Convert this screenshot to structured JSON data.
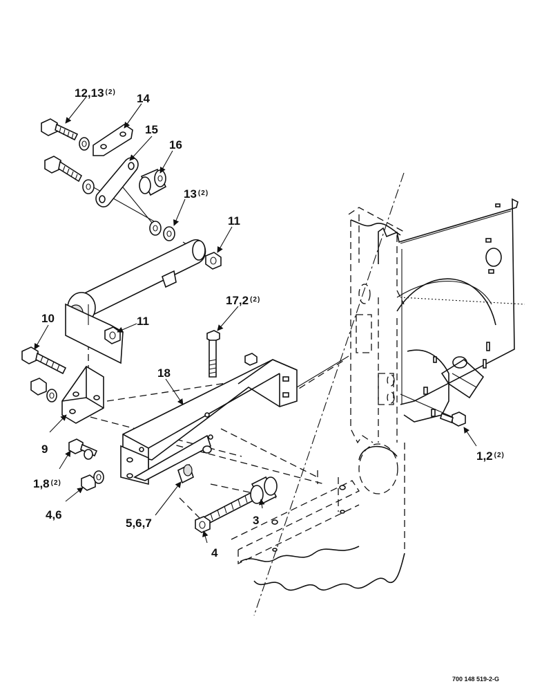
{
  "diagram": {
    "callouts": [
      {
        "id": "c-12-13",
        "label": "12,13",
        "qty": "(2)"
      },
      {
        "id": "c-14",
        "label": "14",
        "qty": ""
      },
      {
        "id": "c-15",
        "label": "15",
        "qty": ""
      },
      {
        "id": "c-16",
        "label": "16",
        "qty": ""
      },
      {
        "id": "c-13",
        "label": "13",
        "qty": "(2)"
      },
      {
        "id": "c-11a",
        "label": "11",
        "qty": ""
      },
      {
        "id": "c-11b",
        "label": "11",
        "qty": ""
      },
      {
        "id": "c-10",
        "label": "10",
        "qty": ""
      },
      {
        "id": "c-17-2",
        "label": "17,2",
        "qty": "(2)"
      },
      {
        "id": "c-18",
        "label": "18",
        "qty": ""
      },
      {
        "id": "c-9",
        "label": "9",
        "qty": ""
      },
      {
        "id": "c-1-8",
        "label": "1,8",
        "qty": "(2)"
      },
      {
        "id": "c-4-6",
        "label": "4,6",
        "qty": ""
      },
      {
        "id": "c-5-6-7",
        "label": "5,6,7",
        "qty": ""
      },
      {
        "id": "c-3",
        "label": "3",
        "qty": ""
      },
      {
        "id": "c-4",
        "label": "4",
        "qty": ""
      },
      {
        "id": "c-1-2",
        "label": "1,2",
        "qty": "(2)"
      }
    ],
    "drawing_number": "700 148 519-2-G"
  }
}
